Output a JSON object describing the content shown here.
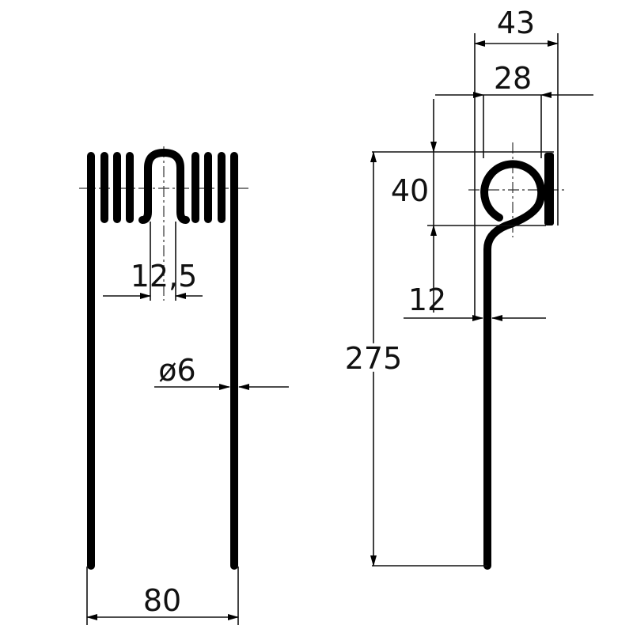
{
  "drawing": {
    "front_view": {
      "coil_pitch": "12,5",
      "wire_diameter": "ø6",
      "overall_width": "80"
    },
    "side_view": {
      "outer_width": "43",
      "inner_width": "28",
      "loop_height": "40",
      "offset": "12",
      "total_length": "275"
    }
  },
  "colors": {
    "line": "#000000",
    "background": "#ffffff"
  }
}
